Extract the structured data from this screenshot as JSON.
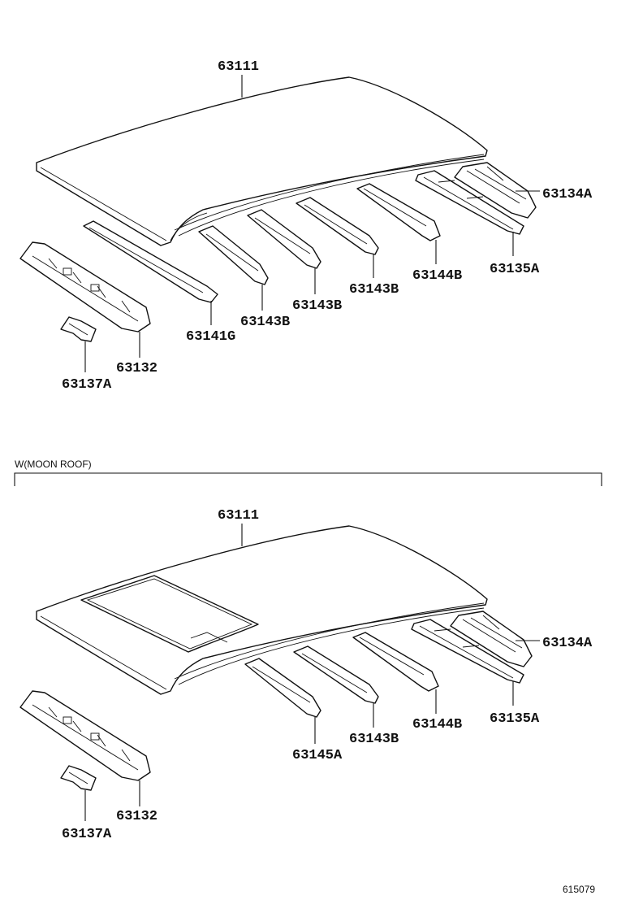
{
  "diagram": {
    "upper": {
      "labels": {
        "roof_panel": "63111",
        "rail_rear": "63134A",
        "rail_rear_lower": "63135A",
        "bow_4": "63144B",
        "bow_3": "63143B",
        "bow_2": "63143B",
        "bow_1": "63143B",
        "header_front": "63141G",
        "panel_front": "63132",
        "bracket": "63137A"
      }
    },
    "section_title": "W(MOON ROOF)",
    "lower": {
      "labels": {
        "roof_panel": "63111",
        "rail_rear": "63134A",
        "rail_rear_lower": "63135A",
        "bow_4": "63144B",
        "bow_3": "63143B",
        "bow_2": "63145A",
        "panel_front": "63132",
        "bracket": "63137A"
      }
    },
    "figure_number": "615079"
  }
}
